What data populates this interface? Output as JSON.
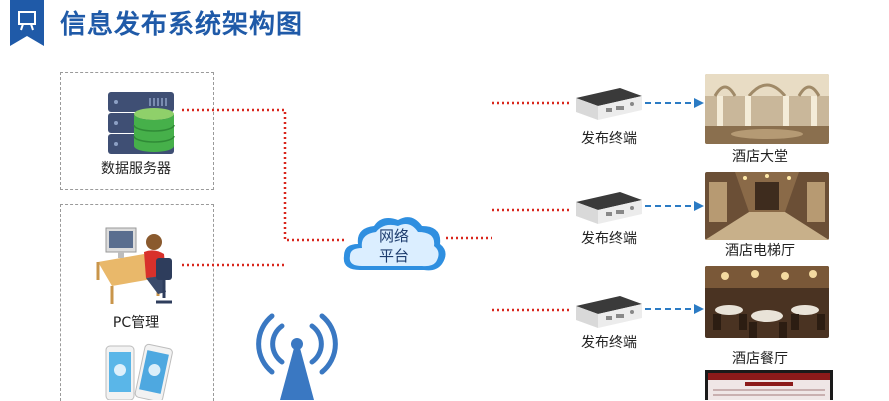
{
  "title": "信息发布系统架构图",
  "left": {
    "server_label": "数据服务器",
    "pc_label": "PC管理"
  },
  "cloud": {
    "line1": "网络",
    "line2": "平台"
  },
  "terminals": [
    {
      "label": "发布终端",
      "venue": "酒店大堂"
    },
    {
      "label": "发布终端",
      "venue": "酒店电梯厅"
    },
    {
      "label": "发布终端",
      "venue": "酒店餐厅"
    }
  ],
  "colors": {
    "title": "#1f5aa8",
    "red_dotted": "#d9261c",
    "blue_dashed": "#2b7bc4",
    "cloud": "#2f8fe0",
    "badge": "#1f5aa8"
  }
}
